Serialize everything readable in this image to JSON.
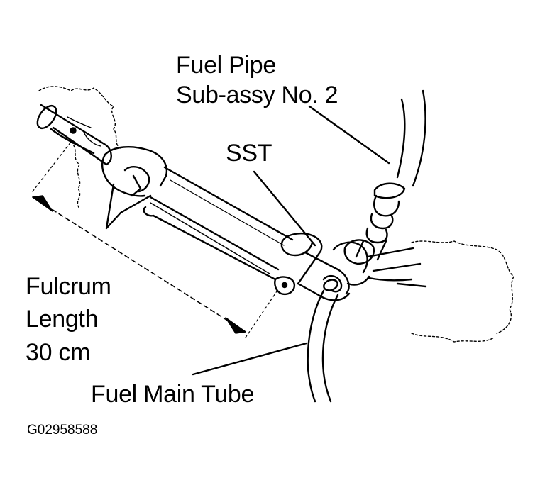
{
  "labels": {
    "fuel_pipe_line1": "Fuel Pipe",
    "fuel_pipe_line2": "Sub-assy  No. 2",
    "sst": "SST",
    "fulcrum_line1": "Fulcrum",
    "fulcrum_line2": "Length",
    "fulcrum_line3": "30 cm",
    "fuel_main_tube": "Fuel Main Tube"
  },
  "figure_code": "G02958588",
  "colors": {
    "ink": "#000000",
    "paper": "#ffffff"
  }
}
